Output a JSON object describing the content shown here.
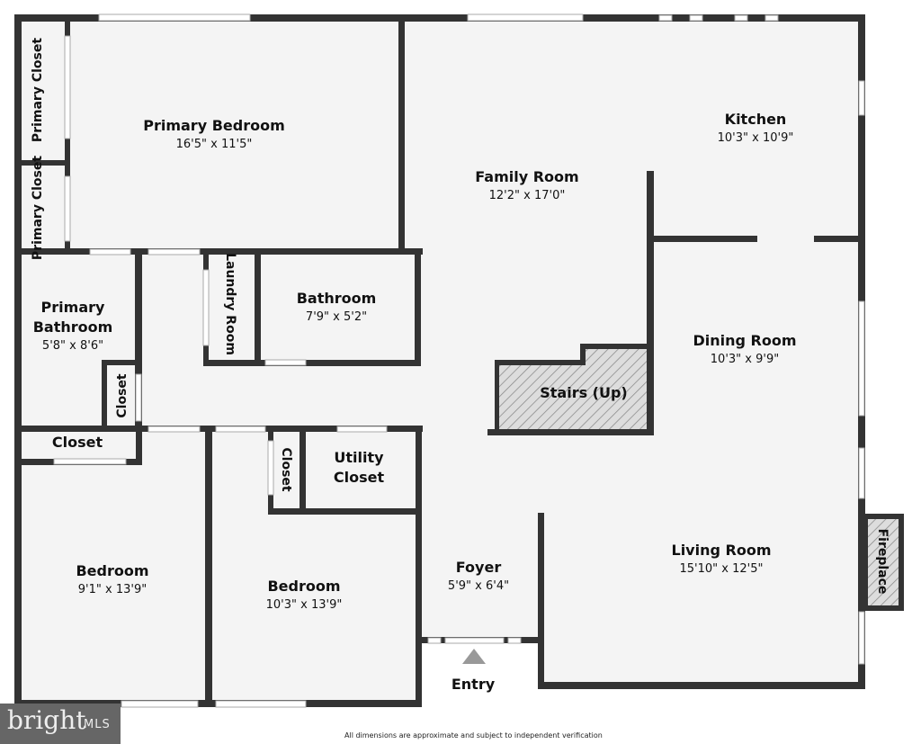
{
  "rooms": {
    "primary_bedroom": {
      "name": "Primary Bedroom",
      "dims": "16'5\" x 11'5\""
    },
    "primary_closet_1": {
      "name": "Primary Closet"
    },
    "primary_closet_2": {
      "name": "Primary Closet"
    },
    "primary_bathroom": {
      "name_1": "Primary",
      "name_2": "Bathroom",
      "dims": "5'8\" x 8'6\""
    },
    "closet_small": {
      "name": "Closet"
    },
    "laundry": {
      "name": "Laundry Room"
    },
    "bathroom": {
      "name": "Bathroom",
      "dims": "7'9\" x 5'2\""
    },
    "family_room": {
      "name": "Family Room",
      "dims": "12'2\" x 17'0\""
    },
    "kitchen": {
      "name": "Kitchen",
      "dims": "10'3\" x 10'9\""
    },
    "dining_room": {
      "name": "Dining Room",
      "dims": "10'3\" x 9'9\""
    },
    "stairs": {
      "name": "Stairs (Up)"
    },
    "closet_hall": {
      "name": "Closet"
    },
    "closet_bedroom2": {
      "name": "Closet"
    },
    "utility_closet": {
      "name_1": "Utility",
      "name_2": "Closet"
    },
    "bedroom_1": {
      "name": "Bedroom",
      "dims": "9'1\" x 13'9\""
    },
    "bedroom_2": {
      "name": "Bedroom",
      "dims": "10'3\" x 13'9\""
    },
    "foyer": {
      "name": "Foyer",
      "dims": "5'9\" x 6'4\""
    },
    "living_room": {
      "name": "Living Room",
      "dims": "15'10\" x 12'5\""
    },
    "fireplace": {
      "name": "Fireplace"
    }
  },
  "entry_label": "Entry",
  "logo": {
    "brand": "bright",
    "suffix": "MLS"
  },
  "disclaimer": "All dimensions are approximate and subject to independent verification"
}
